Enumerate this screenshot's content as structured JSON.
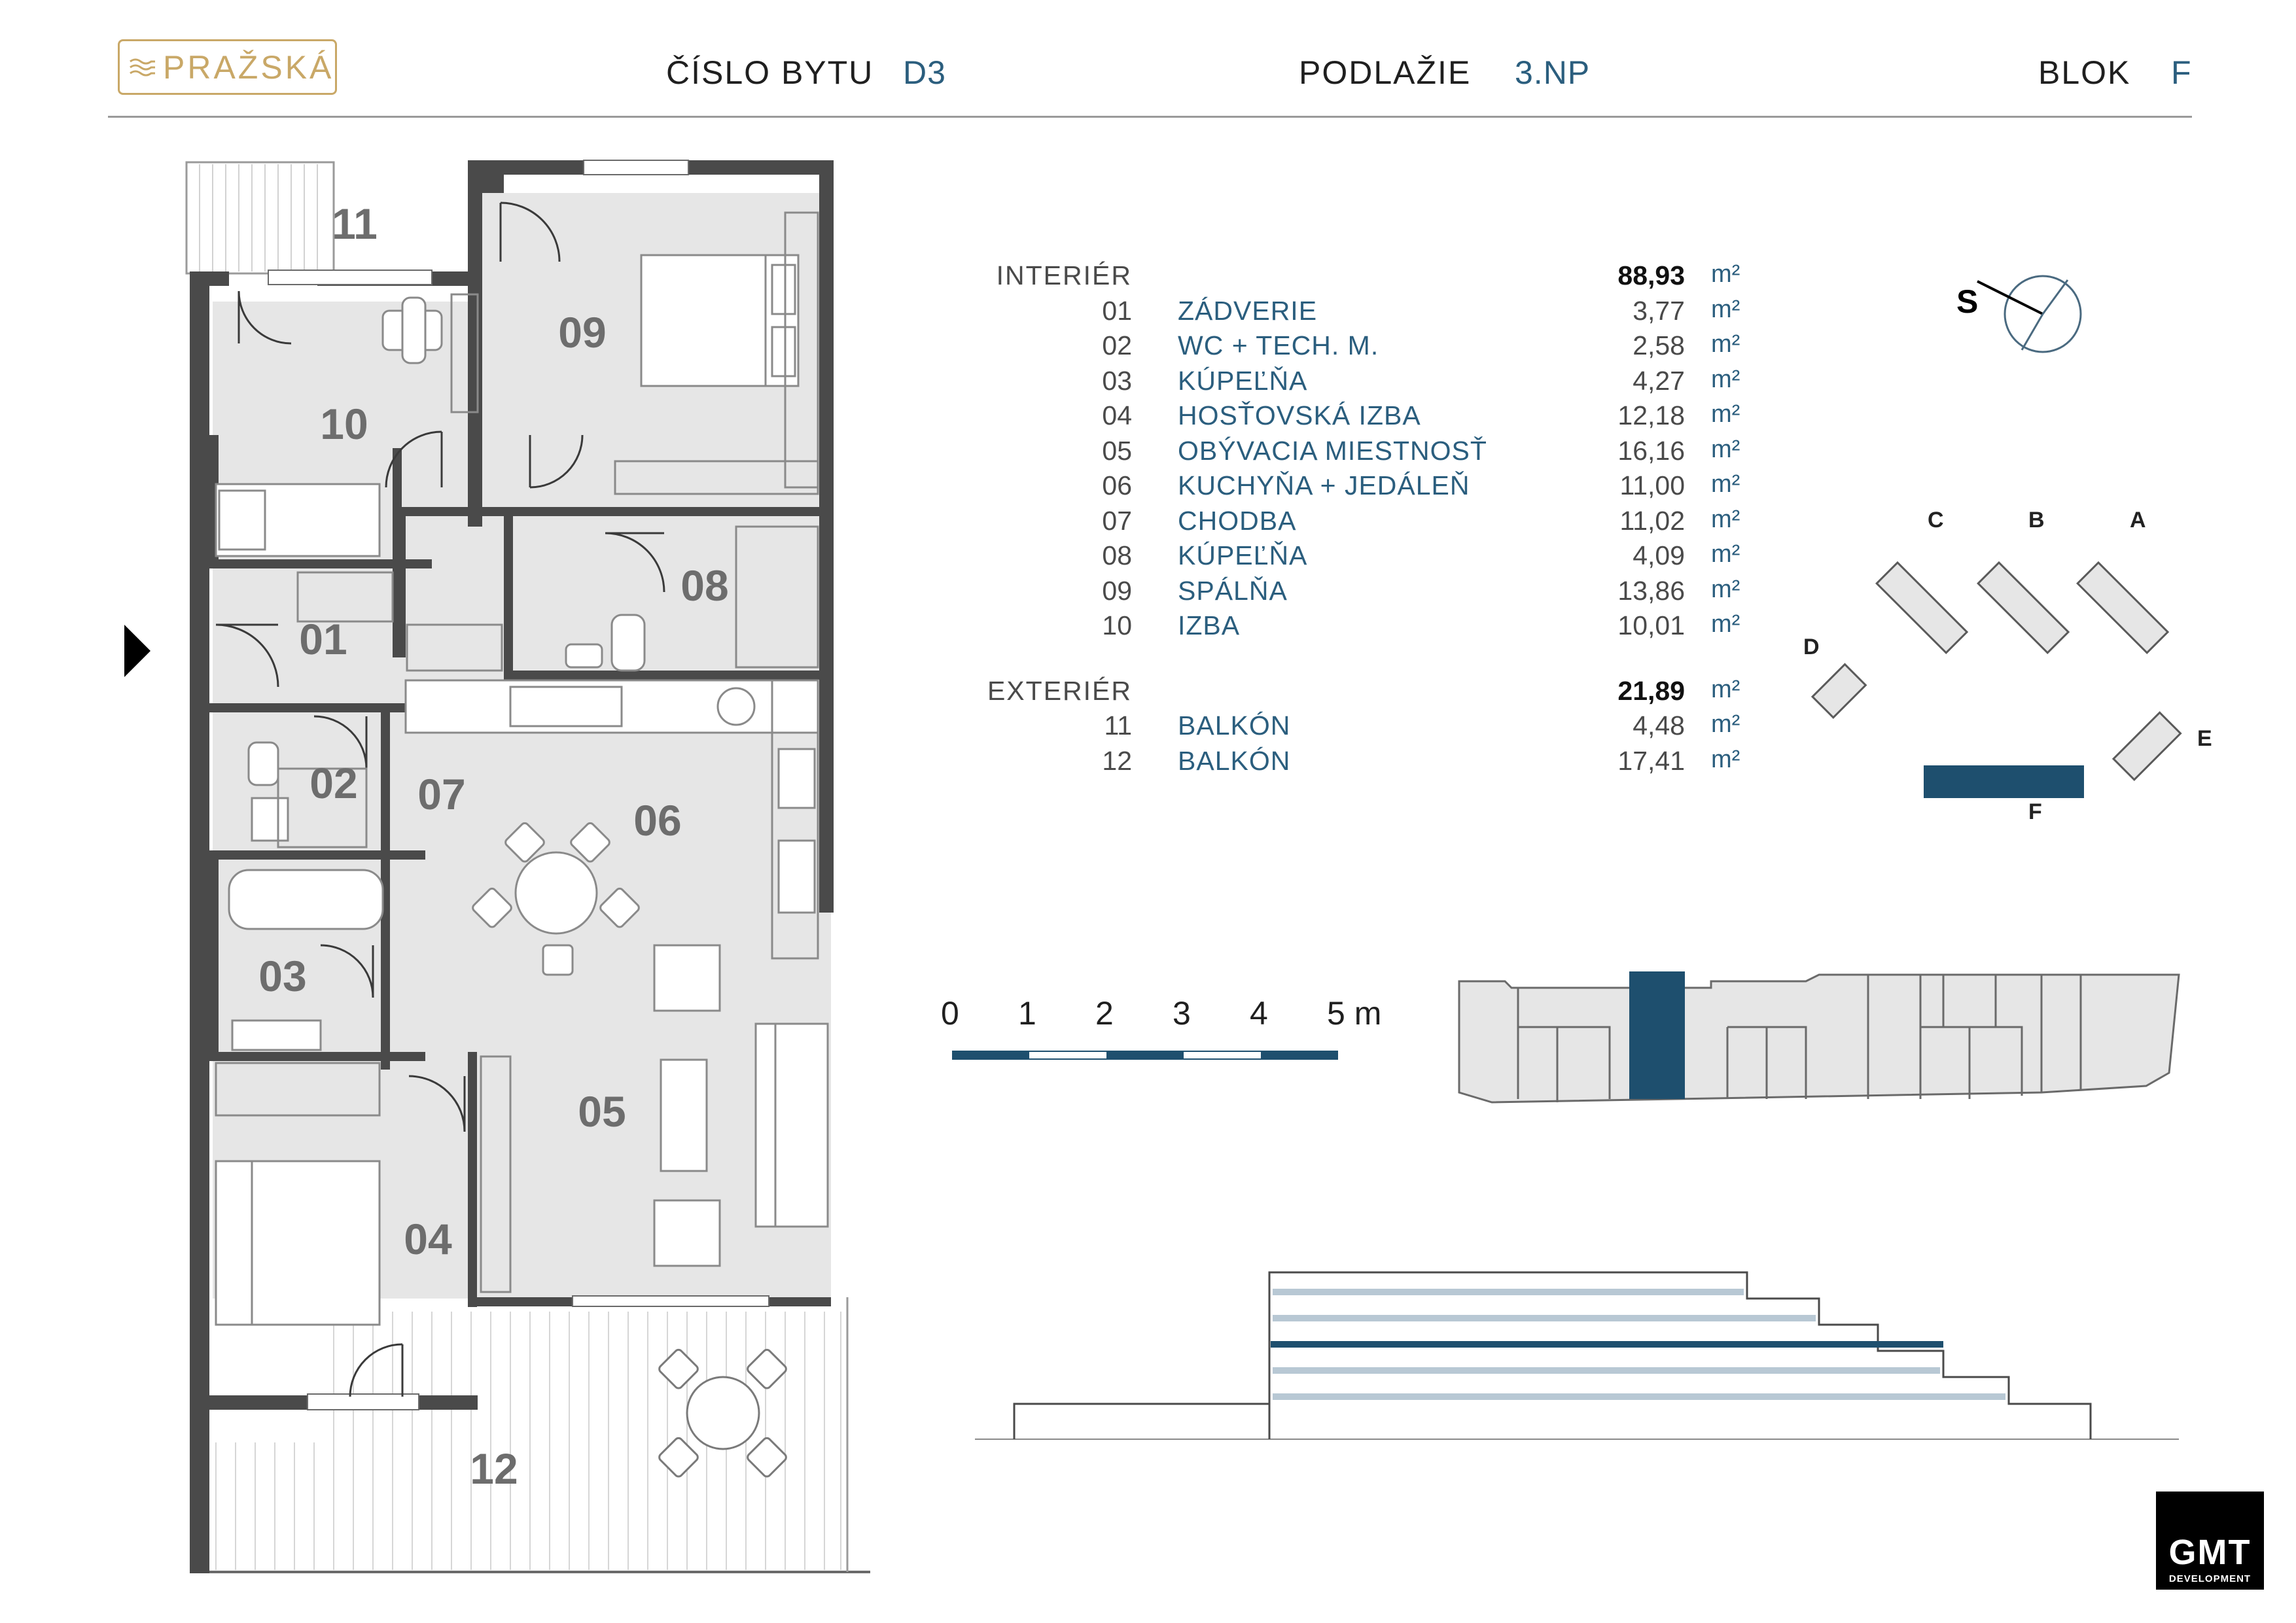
{
  "header": {
    "logo_text": "PRAŽSKÁ",
    "apartment_label": "ČÍSLO BYTU",
    "apartment_value": "D3",
    "floor_label": "PODLAŽIE",
    "floor_value": "3.NP",
    "block_label": "BLOK",
    "block_value": "F"
  },
  "plan": {
    "rooms": [
      "01",
      "02",
      "03",
      "04",
      "05",
      "06",
      "07",
      "08",
      "09",
      "10",
      "11",
      "12"
    ]
  },
  "areas": {
    "interior": {
      "title": "INTERIÉR",
      "total": "88,93",
      "unit": "m²"
    },
    "interior_rooms": [
      {
        "num": "01",
        "name": "ZÁDVERIE",
        "area": "3,77",
        "unit": "m²"
      },
      {
        "num": "02",
        "name": "WC + TECH. M.",
        "area": "2,58",
        "unit": "m²"
      },
      {
        "num": "03",
        "name": "KÚPEĽŇA",
        "area": "4,27",
        "unit": "m²"
      },
      {
        "num": "04",
        "name": "HOSŤOVSKÁ IZBA",
        "area": "12,18",
        "unit": "m²"
      },
      {
        "num": "05",
        "name": "OBÝVACIA MIESTNOSŤ",
        "area": "16,16",
        "unit": "m²"
      },
      {
        "num": "06",
        "name": "KUCHYŇA + JEDÁLEŇ",
        "area": "11,00",
        "unit": "m²"
      },
      {
        "num": "07",
        "name": "CHODBA",
        "area": "11,02",
        "unit": "m²"
      },
      {
        "num": "08",
        "name": "KÚPEĽŇA",
        "area": "4,09",
        "unit": "m²"
      },
      {
        "num": "09",
        "name": "SPÁLŇA",
        "area": "13,86",
        "unit": "m²"
      },
      {
        "num": "10",
        "name": "IZBA",
        "area": "10,01",
        "unit": "m²"
      }
    ],
    "exterior": {
      "title": "EXTERIÉR",
      "total": "21,89",
      "unit": "m²"
    },
    "exterior_rooms": [
      {
        "num": "11",
        "name": "BALKÓN",
        "area": "4,48",
        "unit": "m²"
      },
      {
        "num": "12",
        "name": "BALKÓN",
        "area": "17,41",
        "unit": "m²"
      }
    ]
  },
  "compass": {
    "label": "S"
  },
  "site": {
    "blocks": [
      "A",
      "B",
      "C",
      "D",
      "E",
      "F"
    ],
    "highlight_block": "F"
  },
  "scale": {
    "ticks": [
      "0",
      "1",
      "2",
      "3",
      "4",
      "5 m"
    ]
  },
  "colors": {
    "accent": "#1e4f6e",
    "gold": "#c9a867",
    "wall": "#4a4a4a",
    "floor": "#e6e6e6"
  },
  "developer": {
    "name": "GMT",
    "subtitle": "DEVELOPMENT"
  }
}
